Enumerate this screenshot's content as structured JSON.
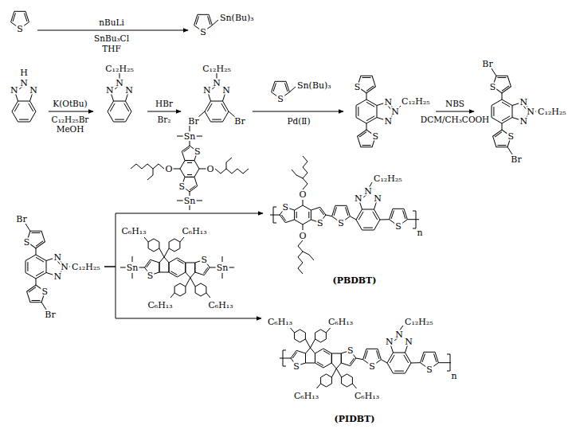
{
  "diagram": {
    "nodes": [
      {
        "text": [
          "S"
        ]
      },
      {
        "text": [
          "S",
          "Sn(Bu)₃"
        ]
      },
      {
        "text": [
          "N",
          "N",
          "N",
          "H"
        ]
      },
      {
        "text": [
          "N",
          "N",
          "N",
          "C₁₂H₂₅"
        ]
      },
      {
        "text": [
          "N",
          "N",
          "N",
          "C₁₂H₂₅",
          "Br",
          "Br"
        ]
      },
      {
        "text": [
          "S",
          "Sn(Bu)₃"
        ]
      },
      {
        "text": [
          "S",
          "S",
          "N",
          "N",
          "N",
          "C₁₂H₂₅"
        ]
      },
      {
        "text": [
          "Br",
          "S",
          "N",
          "N",
          "N",
          "C₁₂H₂₅",
          "S",
          "Br"
        ]
      },
      {
        "text": [
          "Br",
          "S",
          "N",
          "N",
          "N",
          "C₁₂H₂₅",
          "S",
          "Br"
        ]
      },
      {
        "text": [
          "Sn",
          "S",
          "O",
          "O",
          "S",
          "Sn"
        ]
      },
      {
        "text": [
          "C₆H₁₃",
          "C₆H₁₃",
          "Sn",
          "S",
          "S",
          "Sn",
          "C₆H₁₃",
          "C₆H₁₃"
        ]
      },
      {
        "text": [
          "O",
          "S",
          "S",
          "S",
          "N",
          "N",
          "N",
          "C₁₂H₂₅",
          "S",
          "O",
          "n",
          "(PBDBT)"
        ]
      },
      {
        "text": [
          "C₆H₁₃",
          "C₆H₁₃",
          "C₁₂H₂₅",
          "S",
          "N",
          "N",
          "N",
          "S",
          "S",
          "S",
          "n",
          "C₆H₁₃",
          "C₆H₁₃",
          "(PIDBT)"
        ]
      }
    ],
    "edges": [
      {
        "from": 0,
        "to": 1,
        "arrow": "to"
      },
      {
        "from": 2,
        "to": 3,
        "arrow": "to"
      },
      {
        "from": 3,
        "to": 4,
        "arrow": "to"
      },
      {
        "from": 4,
        "to": 6,
        "arrow": "to"
      },
      {
        "from": 6,
        "to": 7,
        "arrow": "to"
      },
      {
        "from": 8,
        "to": 11,
        "arrow": "to"
      },
      {
        "from": 8,
        "to": 12,
        "arrow": "to"
      }
    ],
    "labels": [
      "nBuLi",
      "SnBu₃Cl",
      "THF",
      "K(OtBu)",
      "C₁₂H₂₅Br",
      "MeOH",
      "HBr",
      "Br₂",
      "Pd(Ⅱ)",
      "NBS",
      "DCM/CH₃COOH"
    ]
  }
}
